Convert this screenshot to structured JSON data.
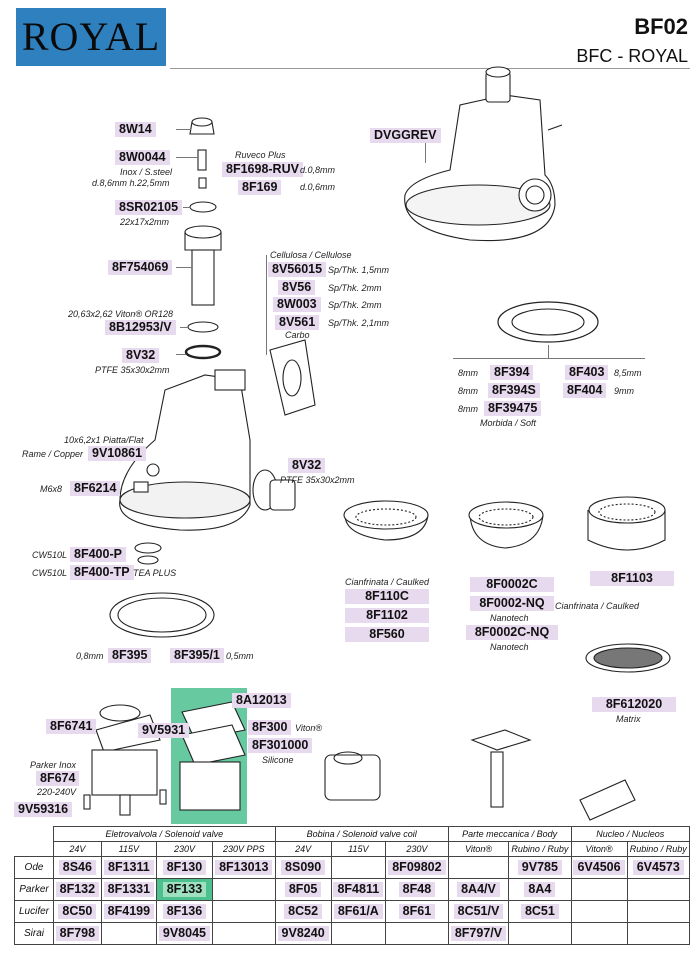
{
  "header": {
    "logo_text": "ROYAL",
    "code": "BF02",
    "subtitle": "BFC - ROYAL"
  },
  "parts": {
    "p8W14": "8W14",
    "p8W0044": "8W0044",
    "n8W0044a": "Inox / S.steel",
    "n8W0044b": "d.8,6mm h.22,5mm",
    "nRuveco": "Ruveco Plus",
    "p8F1698": "8F1698-RUV",
    "n8F1698": "d.0,8mm",
    "p8F169": "8F169",
    "n8F169": "d.0,6mm",
    "pDVGGREV": "DVGGREV",
    "p8SR02105": "8SR02105",
    "n8SR02105": "22x17x2mm",
    "p8F754069": "8F754069",
    "nCellulosa": "Cellulosa / Cellulose",
    "p8V56015": "8V56015",
    "n8V56015": "Sp/Thk. 1,5mm",
    "p8V56": "8V56",
    "n8V56": "Sp/Thk. 2mm",
    "p8W003": "8W003",
    "n8W003": "Sp/Thk. 2mm",
    "p8V561": "8V561",
    "n8V561": "Sp/Thk. 2,1mm",
    "nCarbo": "Carbo",
    "n8B12953": "20,63x2,62 Viton® OR128",
    "p8B12953": "8B12953/V",
    "p8V32a": "8V32",
    "n8V32a": "PTFE 35x30x2mm",
    "n8F394": "8mm",
    "p8F394": "8F394",
    "p8F403": "8F403",
    "n8F403": "8,5mm",
    "n8F394S": "8mm",
    "p8F394S": "8F394S",
    "p8F404": "8F404",
    "n8F404": "9mm",
    "n8F39475": "8mm",
    "p8F39475": "8F39475",
    "nMorbida": "Morbida / Soft",
    "n9V10861a": "10x6,2x1 Piatta/Flat",
    "n9V10861b": "Rame / Copper",
    "p9V10861": "9V10861",
    "p8V32b": "8V32",
    "n8V32b": "PTFE 35x30x2mm",
    "n8F6214": "M6x8",
    "p8F6214": "8F6214",
    "n8F400P": "CW510L",
    "p8F400P": "8F400-P",
    "n8F400TP": "CW510L",
    "p8F400TP": "8F400-TP",
    "n8F400TPb": "TEA PLUS",
    "nCianfrinata1": "Cianfrinata / Caulked",
    "p8F110C": "8F110C",
    "p8F1102": "8F1102",
    "p8F560": "8F560",
    "p8F0002C": "8F0002C",
    "p8F0002NQ": "8F0002-NQ",
    "nNanotech1": "Nanotech",
    "nCianfrinata2": "Cianfrinata / Caulked",
    "p8F0002CNQ": "8F0002C-NQ",
    "nNanotech2": "Nanotech",
    "p8F1103": "8F1103",
    "n8F395": "0,8mm",
    "p8F395": "8F395",
    "p8F3951": "8F395/1",
    "n8F3951": "0,5mm",
    "p8F612020": "8F612020",
    "nMatrix": "Matrix",
    "p8F6741": "8F6741",
    "p9V5931": "9V5931",
    "p8A12013": "8A12013",
    "p8F300": "8F300",
    "n8F300": "Viton®",
    "p8F301000": "8F301000",
    "n8F301000": "Silicone",
    "nParker": "Parker Inox",
    "p8F674": "8F674",
    "n8F674": "220-240V",
    "p9V59316": "9V59316"
  },
  "table": {
    "groups": [
      "Eletrovalvola / Solenoid valve",
      "Bobina / Solenoid valve coil",
      "Parte meccanica / Body",
      "Nucleo / Nucleos"
    ],
    "subheaders": [
      "24V",
      "115V",
      "230V",
      "230V PPS",
      "24V",
      "115V",
      "230V",
      "Viton®",
      "Rubino / Ruby",
      "Viton®",
      "Rubino / Ruby"
    ],
    "rows": [
      {
        "brand": "Ode",
        "cells": [
          "8S46",
          "8F1311",
          "8F130",
          "8F13013",
          "8S090",
          "",
          "8F09802",
          "",
          "9V785",
          "6V4506",
          "6V4573"
        ]
      },
      {
        "brand": "Parker",
        "cells": [
          "8F132",
          "8F1331",
          "8F133",
          "",
          "8F05",
          "8F4811",
          "8F48",
          "8A4/V",
          "8A4",
          "",
          ""
        ]
      },
      {
        "brand": "Lucifer",
        "cells": [
          "8C50",
          "8F4199",
          "8F136",
          "",
          "8C52",
          "8F61/A",
          "8F61",
          "8C51/V",
          "8C51",
          "",
          ""
        ]
      },
      {
        "brand": "Sirai",
        "cells": [
          "8F798",
          "",
          "9V8045",
          "",
          "9V8240",
          "",
          "",
          "8F797/V",
          "",
          "",
          ""
        ]
      }
    ]
  }
}
